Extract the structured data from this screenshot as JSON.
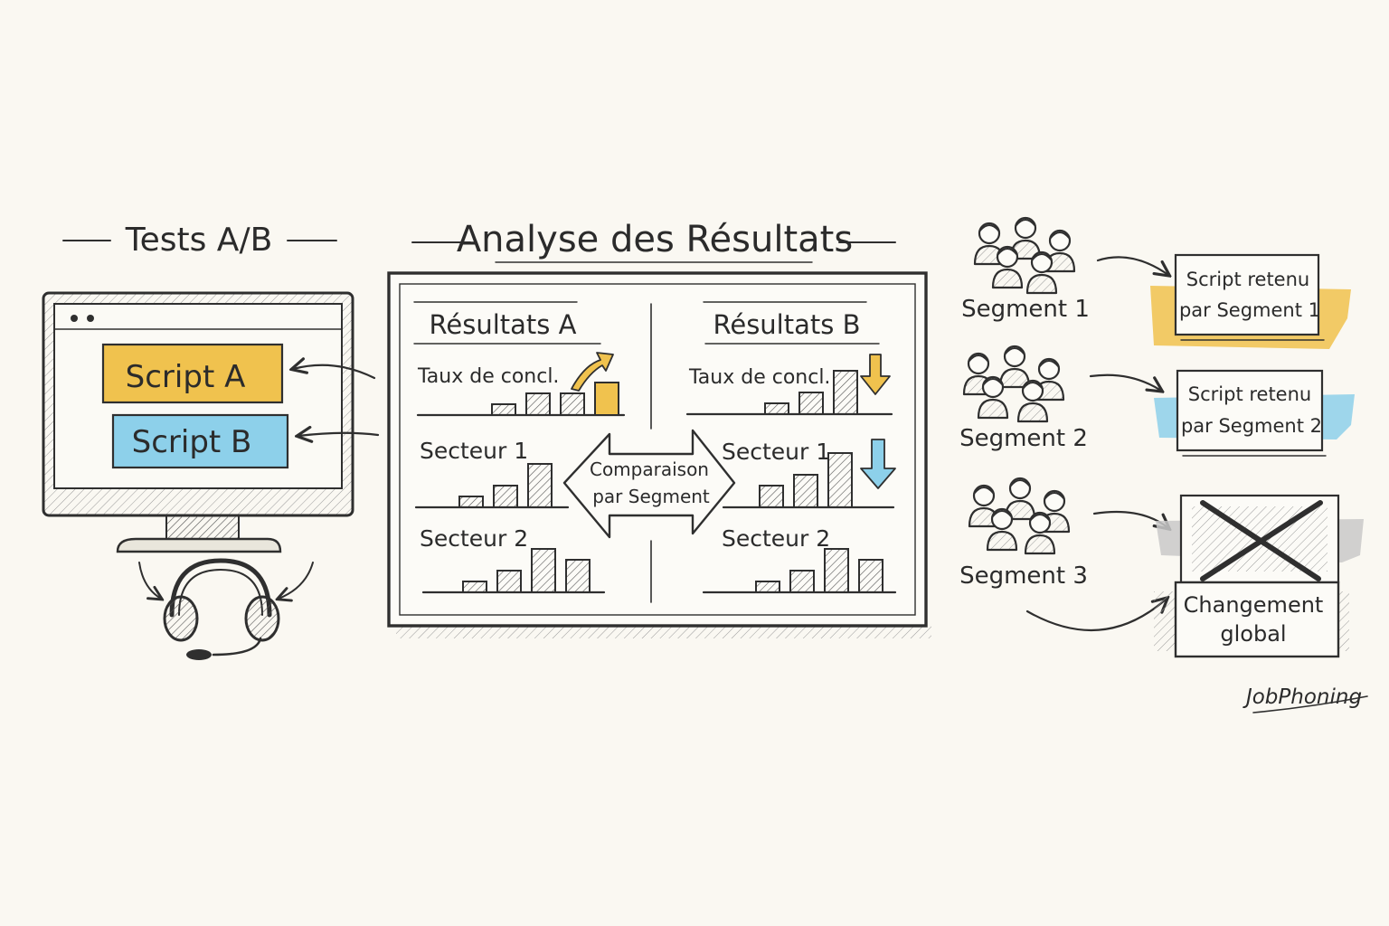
{
  "colors": {
    "background": "#faf8f2",
    "ink": "#2f2f2f",
    "accent_yellow": "#f0c24e",
    "accent_blue": "#8dd0ea",
    "accent_gray": "#c9c9c9"
  },
  "ab_tests": {
    "title": "Tests A/B",
    "script_a": "Script A",
    "script_b": "Script B",
    "icons": [
      "monitor-icon",
      "headset-icon"
    ]
  },
  "analysis": {
    "title": "Analyse des Résultats",
    "panel_a": {
      "title": "Résultats A",
      "rows": [
        {
          "label": "Taux de concl.",
          "values": [
            1,
            2,
            2,
            3
          ],
          "trend": "up"
        },
        {
          "label": "Secteur 1",
          "values": [
            1,
            2,
            4
          ]
        },
        {
          "label": "Secteur 2",
          "values": [
            1,
            2,
            4,
            3
          ]
        }
      ]
    },
    "panel_b": {
      "title": "Résultats B",
      "rows": [
        {
          "label": "Taux de concl.",
          "values": [
            1,
            2,
            4
          ],
          "trend": "down"
        },
        {
          "label": "Secteur 1",
          "values": [
            2,
            3,
            5
          ],
          "trend": "down"
        },
        {
          "label": "Secteur 2",
          "values": [
            1,
            2,
            4,
            3
          ]
        }
      ]
    },
    "comparison_line1": "Comparaison",
    "comparison_line2": "par Segment"
  },
  "segments": [
    {
      "name": "Segment 1",
      "result_line1": "Script retenu",
      "result_line2": "par Segment 1",
      "color": "#f0c24e"
    },
    {
      "name": "Segment 2",
      "result_line1": "Script retenu",
      "result_line2": "par Segment 2",
      "color": "#8dd0ea"
    },
    {
      "name": "Segment 3",
      "result_line1": "",
      "result_line2": "",
      "color": "#c9c9c9"
    }
  ],
  "global_change_line1": "Changement",
  "global_change_line2": "global",
  "brand": "JobPhoning"
}
